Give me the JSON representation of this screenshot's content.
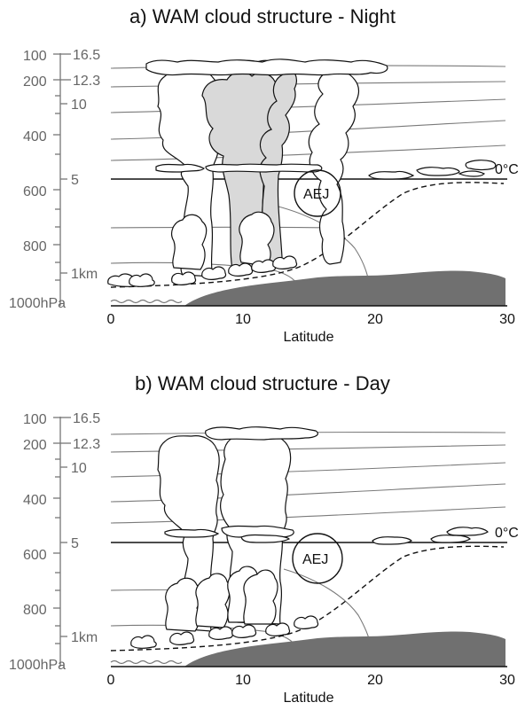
{
  "panels": [
    {
      "title": "a) WAM cloud structure - Night",
      "pressure_ticks": [
        "100",
        "200",
        "400",
        "600",
        "800",
        "1000hPa"
      ],
      "height_ticks": [
        "16.5",
        "12.3",
        "10",
        "5",
        "1km"
      ],
      "latitude_ticks": [
        "0",
        "10",
        "20",
        "30"
      ],
      "xlabel": "Latitude",
      "freezing_level_label": "0°C",
      "jet_label": "AEJ"
    },
    {
      "title": "b) WAM cloud structure - Day",
      "pressure_ticks": [
        "100",
        "200",
        "400",
        "600",
        "800",
        "1000hPa"
      ],
      "height_ticks": [
        "16.5",
        "12.3",
        "10",
        "5",
        "1km"
      ],
      "latitude_ticks": [
        "0",
        "10",
        "20",
        "30"
      ],
      "xlabel": "Latitude",
      "freezing_level_label": "0°C",
      "jet_label": "AEJ"
    }
  ],
  "colors": {
    "terrain": "#707070",
    "convective_core": "#d9d9d9",
    "cloud_fill": "#ffffff",
    "outline": "#111111",
    "axis": "#777777",
    "isentrope": "#7a7a7a"
  }
}
